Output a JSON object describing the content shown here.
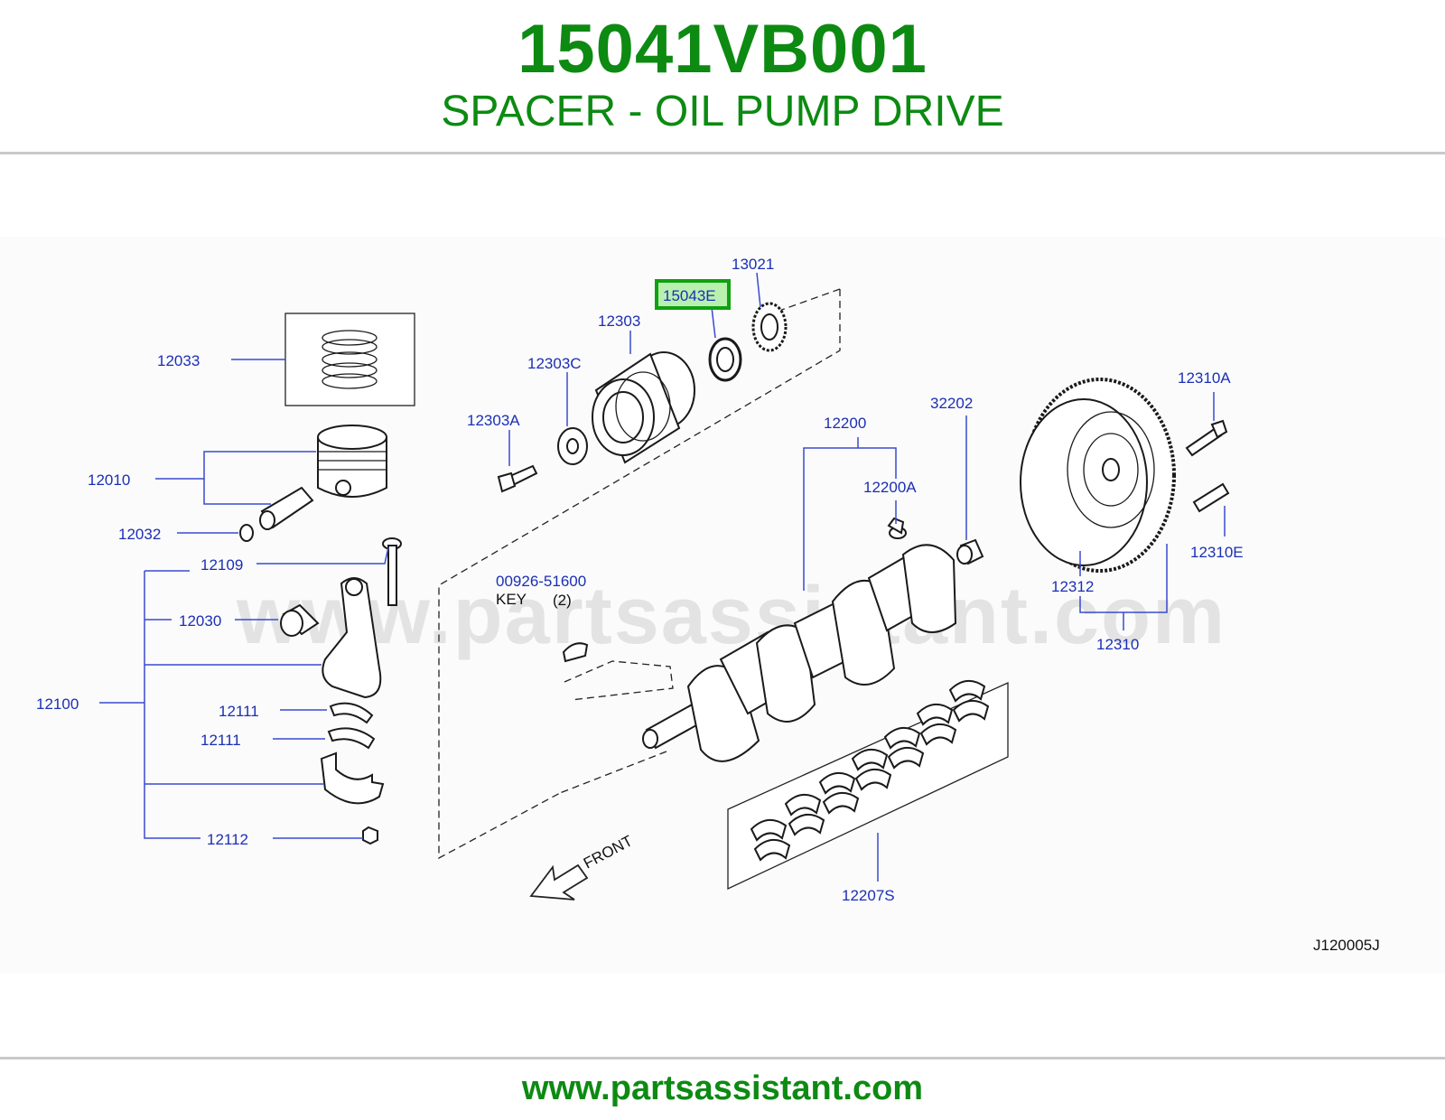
{
  "header": {
    "part_number": "15041VB001",
    "description": "SPACER - OIL PUMP DRIVE"
  },
  "diagram": {
    "watermark": "www.partsassistant.com",
    "code": "J120005J",
    "highlighted_label": "15043E",
    "highlight_color": "#0fa10f",
    "highlight_fill": "#b9f0b0",
    "labels": {
      "l13021": "13021",
      "l15043E": "15043E",
      "l12303": "12303",
      "l12303C": "12303C",
      "l12303A": "12303A",
      "l12033": "12033",
      "l12010": "12010",
      "l12032": "12032",
      "l12109": "12109",
      "l12030": "12030",
      "l12100": "12100",
      "l12111a": "12111",
      "l12111b": "12111",
      "l12112": "12112",
      "l00926": "00926-51600",
      "key": "KEY",
      "key_qty": "(2)",
      "l12200": "12200",
      "l12200A": "12200A",
      "l32202": "32202",
      "l12310A": "12310A",
      "l12310E": "12310E",
      "l12312": "12312",
      "l12310": "12310",
      "l12207S": "12207S",
      "front": "FRONT"
    }
  },
  "footer": {
    "url": "www.partsassistant.com"
  }
}
